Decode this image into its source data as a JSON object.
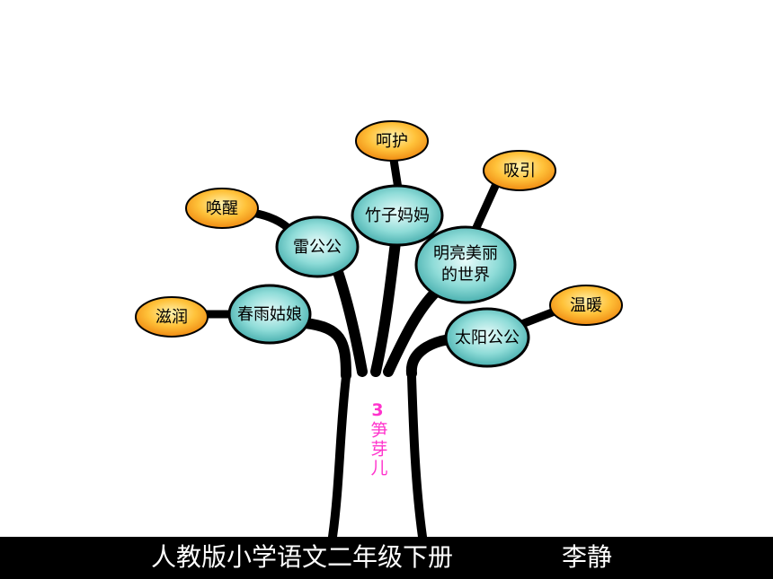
{
  "diagram": {
    "trunk": {
      "number": "3",
      "title": "笋芽儿"
    },
    "colors": {
      "branch": "#000000",
      "character_fill": "#56c3c0",
      "character_highlight": "#e9fbfa",
      "word_fill": "#f7a31c",
      "word_highlight": "#fff3b0",
      "trunk_text": "#ff33cc"
    },
    "characters": [
      {
        "id": "spring-rain-girl",
        "label": "春雨姑娘",
        "word": "滋润"
      },
      {
        "id": "thunder-grandpa",
        "label": "雷公公",
        "word": "唤醒"
      },
      {
        "id": "bamboo-mother",
        "label": "竹子妈妈",
        "word": "呵护"
      },
      {
        "id": "bright-world",
        "label_lines": [
          "明亮美丽",
          "的世界"
        ],
        "word": "吸引"
      },
      {
        "id": "sun-grandpa",
        "label": "太阳公公",
        "word": "温暖"
      }
    ]
  },
  "footer": {
    "title": "人教版小学语文二年级下册",
    "author": "李静"
  }
}
